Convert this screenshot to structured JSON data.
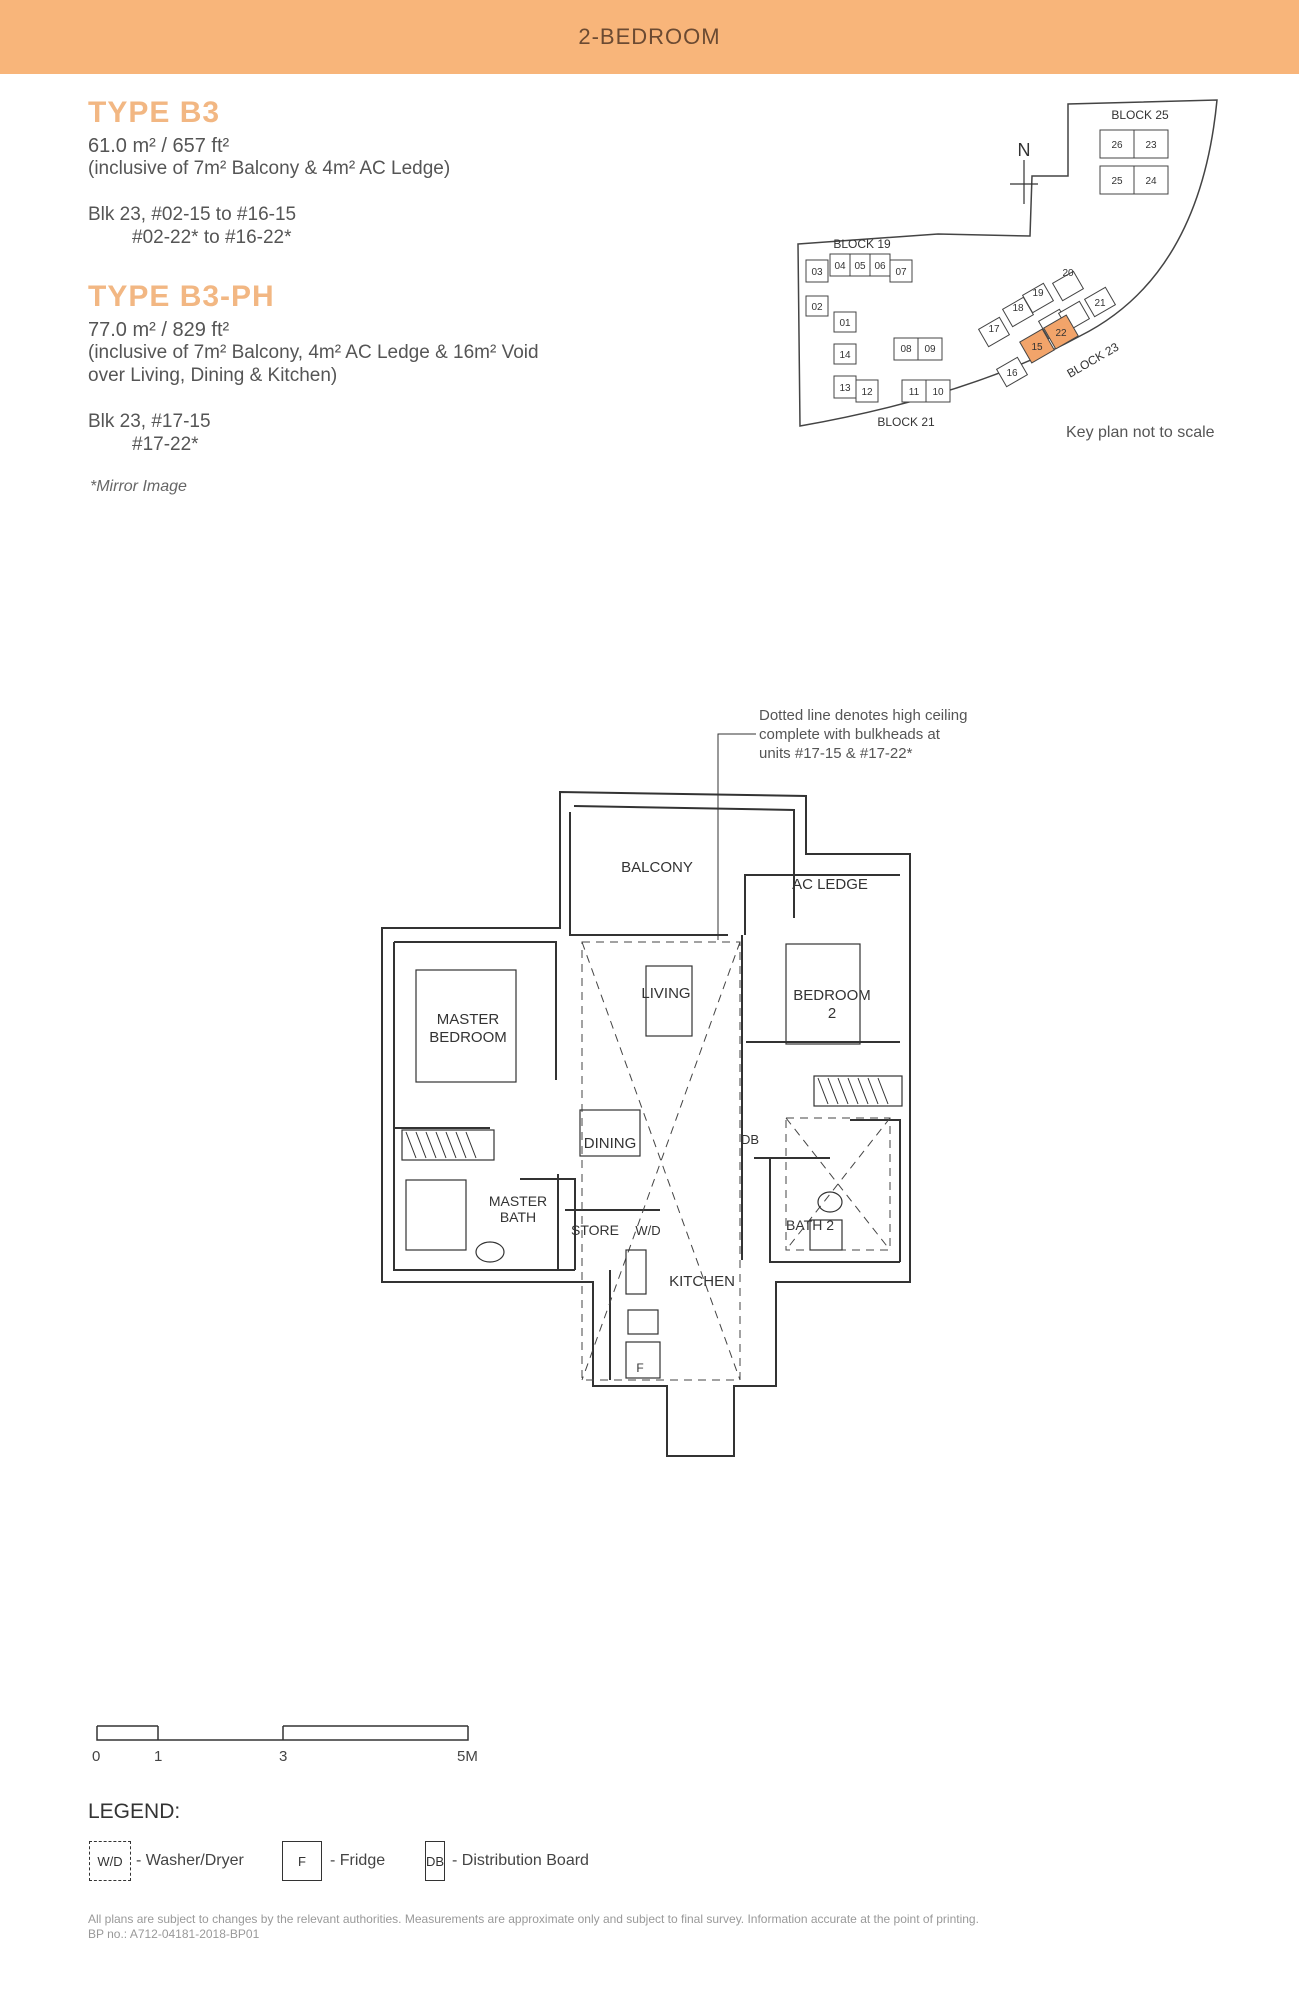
{
  "header": {
    "title": "2-BEDROOM"
  },
  "type_b3": {
    "title": "TYPE B3",
    "area": "61.0 m² / 657 ft²",
    "inclusive": "(inclusive of 7m² Balcony & 4m² AC Ledge)",
    "units_line1": "Blk 23, #02-15   to #16-15",
    "units_line2": "#02-22*  to #16-22*"
  },
  "type_b3ph": {
    "title": "TYPE B3-PH",
    "area": "77.0 m² / 829 ft²",
    "inclusive_line1": "(inclusive of 7m² Balcony, 4m² AC Ledge & 16m² Void",
    "inclusive_line2": "over Living, Dining & Kitchen)",
    "units_line1": "Blk 23, #17-15",
    "units_line2": "#17-22*"
  },
  "mirror_note": "*Mirror Image",
  "key_plan": {
    "north": "N",
    "note": "Key plan not to scale",
    "blocks": [
      "BLOCK 25",
      "BLOCK 19",
      "BLOCK 21",
      "BLOCK 23"
    ],
    "units": [
      "26",
      "23",
      "25",
      "24",
      "03",
      "04",
      "05",
      "06",
      "07",
      "02",
      "01",
      "14",
      "08",
      "09",
      "13",
      "12",
      "11",
      "10",
      "20",
      "19",
      "18",
      "17",
      "21",
      "22",
      "15",
      "16"
    ],
    "highlight_color": "#f2a46a"
  },
  "floor_plan": {
    "ceiling_note_line1": "Dotted line denotes high ceiling",
    "ceiling_note_line2": "complete with bulkheads at",
    "ceiling_note_line3": "units #17-15 & #17-22*",
    "rooms": {
      "balcony": "BALCONY",
      "ac_ledge": "AC LEDGE",
      "living": "LIVING",
      "bedroom2_a": "BEDROOM",
      "bedroom2_b": "2",
      "master_a": "MASTER",
      "master_b": "BEDROOM",
      "dining": "DINING",
      "db": "DB",
      "master_bath_a": "MASTER",
      "master_bath_b": "BATH",
      "bath2": "BATH 2",
      "store": "STORE",
      "wd": "W/D",
      "kitchen": "KITCHEN",
      "fridge": "F"
    }
  },
  "scale": {
    "labels": [
      "0",
      "1",
      "3",
      "5M"
    ]
  },
  "legend": {
    "title": "LEGEND:",
    "items": [
      {
        "symbol": "W/D",
        "label": "- Washer/Dryer"
      },
      {
        "symbol": "F",
        "label": "- Fridge"
      },
      {
        "symbol": "DB",
        "label": "- Distribution Board"
      }
    ]
  },
  "footer": {
    "disclaimer": "All plans are subject to changes by the relevant authorities. Measurements are approximate only and subject to final survey. Information accurate at the point of printing.",
    "bp_no": "BP no.: A712-04181-2018-BP01"
  }
}
